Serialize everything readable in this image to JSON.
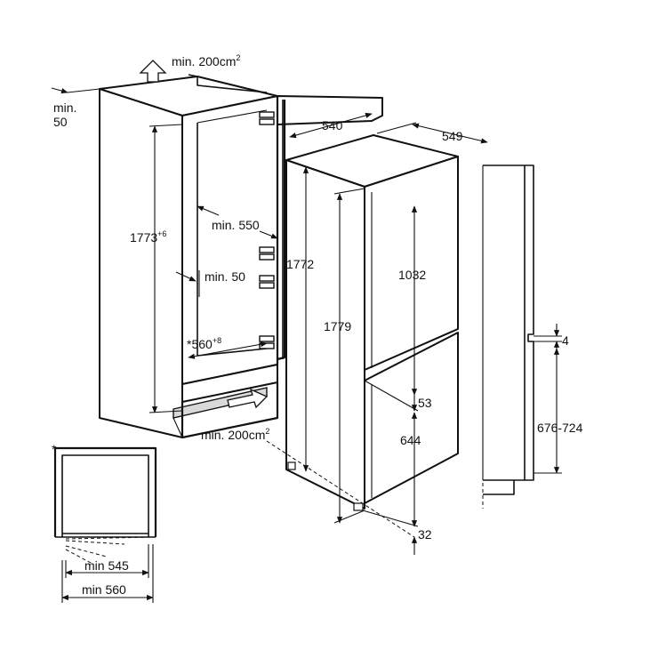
{
  "labels": {
    "vent_top": "min. 200cm",
    "vent_top_sup": "2",
    "vent_bottom": "min. 200cm",
    "vent_bottom_sup": "2",
    "min50_top_a": "min.",
    "min50_top_b": "50",
    "niche_height": "1773",
    "niche_height_sup": "+6",
    "niche_depth": "min. 550",
    "side_gap": "min. 50",
    "niche_width_prefix": "*560",
    "niche_width_sup": "+8",
    "depth_540": "540",
    "depth_549": "549",
    "height_1772": "1772",
    "height_1779": "1779",
    "door_upper": "1032",
    "door_gap": "53",
    "door_lower": "644",
    "plinth": "32",
    "gap_4": "4",
    "decor_range": "676-724",
    "star": "*",
    "min545": "min 545",
    "min560": "min 560"
  }
}
